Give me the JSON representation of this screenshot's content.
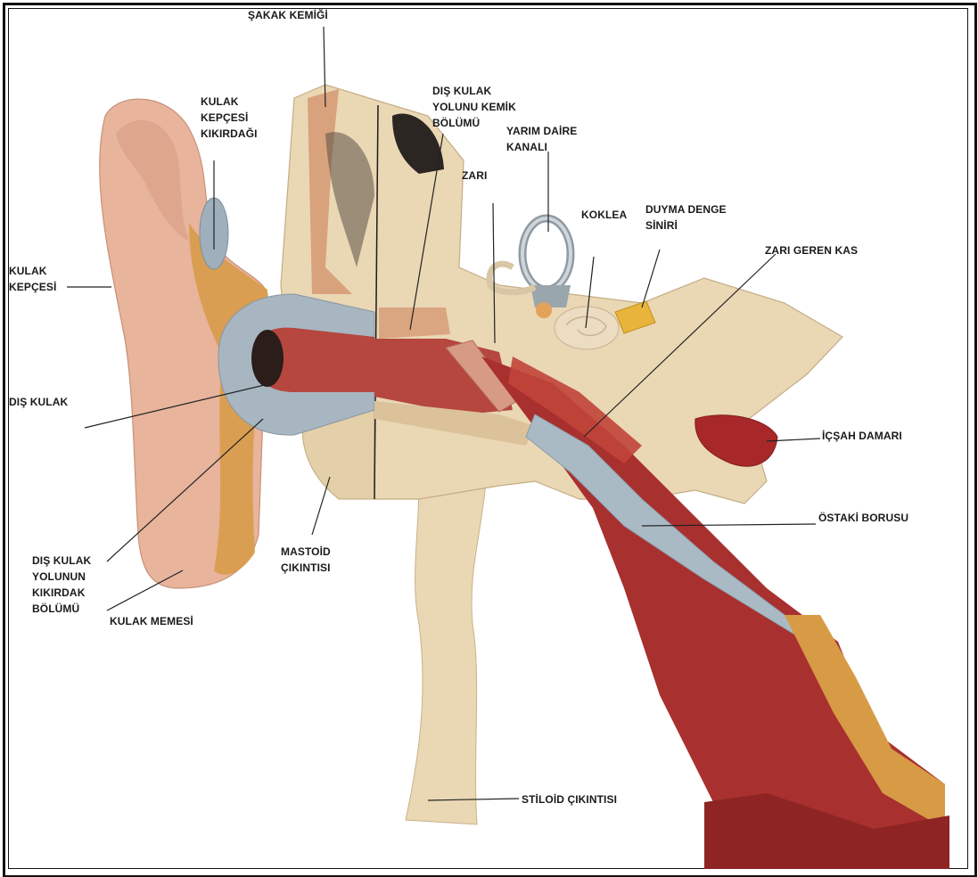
{
  "labels": {
    "sakak_kemigi": "ŞAKAK KEMİĞİ",
    "kulak_kepcesi_kikirdagi": "KULAK\nKEPÇESİ\nKIKIRDAĞI",
    "dis_kulak_yolu_kemik": "DIŞ KULAK\nYOLUNU KEMİK\nBÖLÜMÜ",
    "yarim_daire_kanali": "YARIM DAİRE\nKANALI",
    "zari": "ZARI",
    "koklea": "KOKLEA",
    "duyma_denge_siniri": "DUYMA DENGE\nSİNİRİ",
    "kulak_kepcesi": "KULAK\nKEPÇESİ",
    "zari_geren_kas": "ZARI GEREN KAS",
    "dis_kulak": "DIŞ KULAK",
    "icsah_damari": "İÇŞAH DAMARI",
    "ostaki_borusu": "ÖSTAKİ BORUSU",
    "mastoid_cikintisi": "MASTOİD\nÇIKINTISI",
    "dis_kulak_yolu_kikirdak": "DIŞ KULAK\nYOLUNUN\nKIKIRDAK\nBÖLÜMÜ",
    "kulak_memesi": "KULAK MEMESİ",
    "stiloid_cikintisi": "STİLOİD ÇIKINTISI"
  },
  "colors": {
    "skin": "#e8b49c",
    "bone": "#ead7b4",
    "cartilage": "#9fb0bc",
    "muscle": "#a8302f",
    "canal": "#b5473f",
    "tissue": "#d79a45"
  }
}
